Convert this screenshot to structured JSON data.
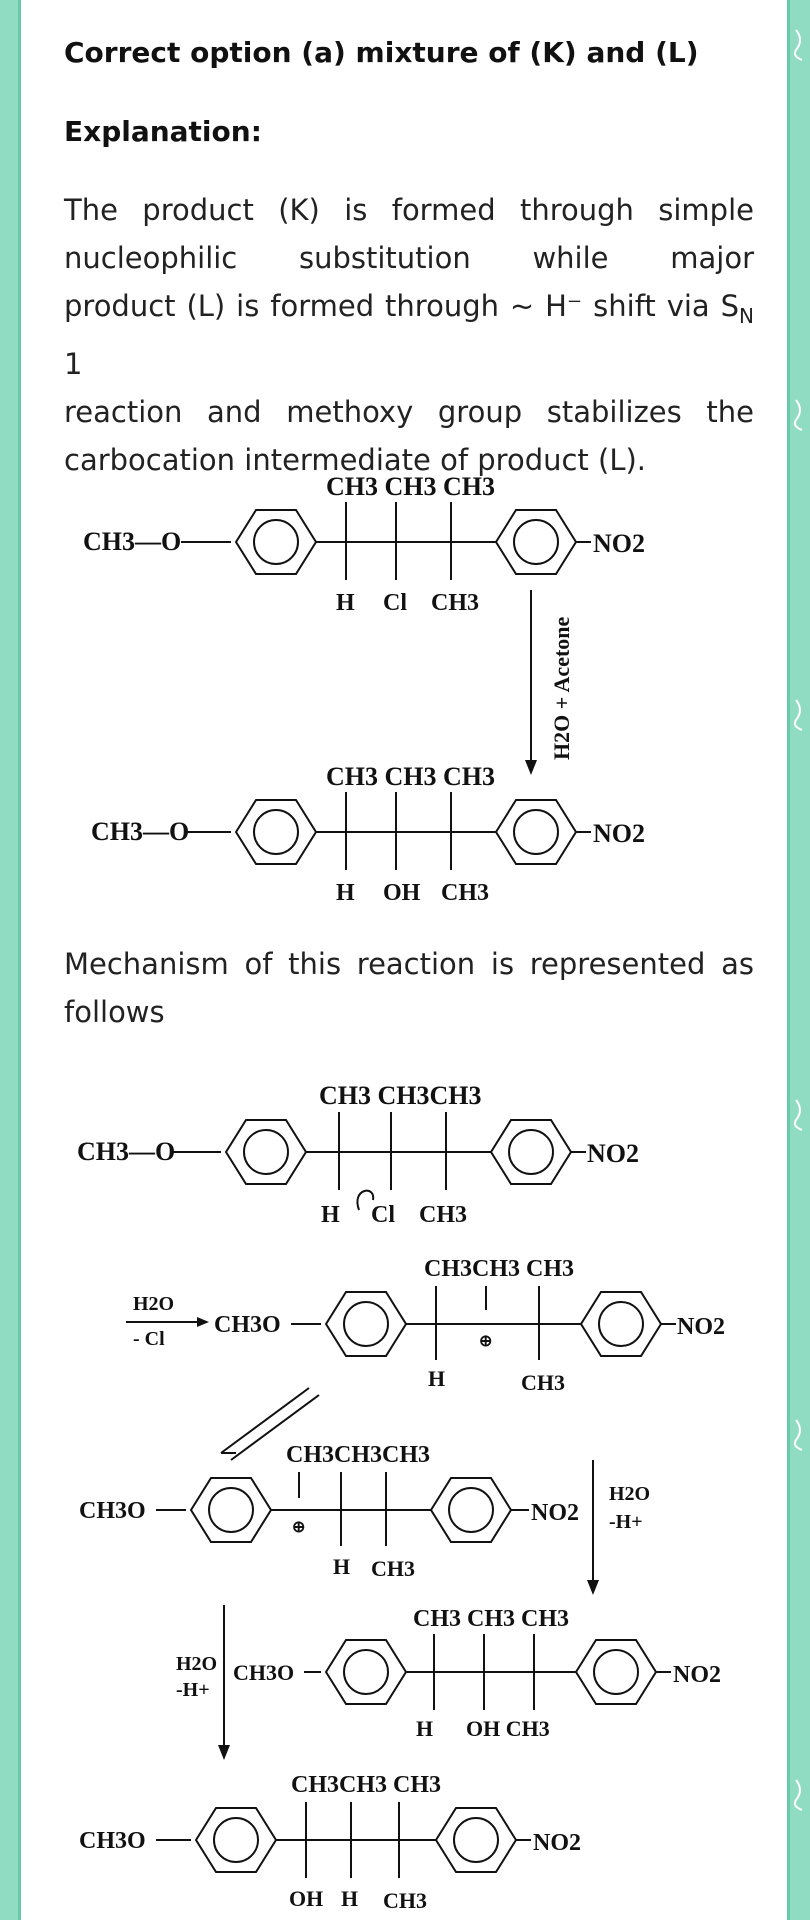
{
  "answer": "Correct option (a) mixture of (K) and (L)",
  "explanation_heading": "Explanation:",
  "para1": {
    "l1": "The product (K) is formed through simple",
    "l2a": "nucleophilic",
    "l2b": "substitution",
    "l2c": "while",
    "l2d": "major",
    "l3": "product (L) is formed through ~ H⁻ shift via S",
    "l3sub": "N",
    "l3end": " 1",
    "l4": "reaction and methoxy group stabilizes the",
    "l5": "carbocation intermediate of product (L)."
  },
  "para2": {
    "l1": "Mechanism of this reaction is represented as",
    "l2": "follows"
  },
  "reaction1": {
    "reactant": {
      "left": "CH3—O",
      "top": "CH3 CH3 CH3",
      "bottom1": "H",
      "bottom2": "Cl",
      "bottom3": "CH3",
      "right": "NO2"
    },
    "reagent": "H2O + Acetone",
    "product": {
      "left": "CH3—O",
      "top": "CH3 CH3 CH3",
      "bottom1": "H",
      "bottom2": "OH",
      "bottom3": "CH3",
      "right": "NO2"
    }
  },
  "mechanism": {
    "step1": {
      "left": "CH3—O",
      "top": "CH3 CH3CH3",
      "bottom1": "H",
      "bottom2": "Cl",
      "bottom3": "CH3",
      "right": "NO2"
    },
    "step1_reagent_top": "H2O",
    "step1_reagent_bottom": "- Cl",
    "cation1": {
      "left": "CH3O",
      "top": "CH3CH3 CH3",
      "bottom1": "H",
      "bottom2": "CH3",
      "right": "NO2",
      "charge": "⊕"
    },
    "cation2": {
      "left": "CH3O",
      "top": "CH3CH3CH3",
      "bottom1": "H",
      "bottom2": "CH3",
      "right": "NO2",
      "charge": "⊕"
    },
    "reagent_right_top": "H2O",
    "reagent_right_bottom": "-H+",
    "prodA": {
      "left": "CH3O",
      "top": "CH3 CH3 CH3",
      "bottom1": "H",
      "bottom2": "OH CH3",
      "right": "NO2"
    },
    "reagent_left_top": "H2O",
    "reagent_left_bottom": "-H+",
    "prodB": {
      "left": "CH3O",
      "top": "CH3CH3 CH3",
      "bottom1": "OH",
      "bottom2": "H",
      "bottom3": "CH3",
      "right": "NO2"
    }
  },
  "colors": {
    "accent": "#8fdcc3",
    "border": "#67c9a8",
    "text": "#222222"
  }
}
